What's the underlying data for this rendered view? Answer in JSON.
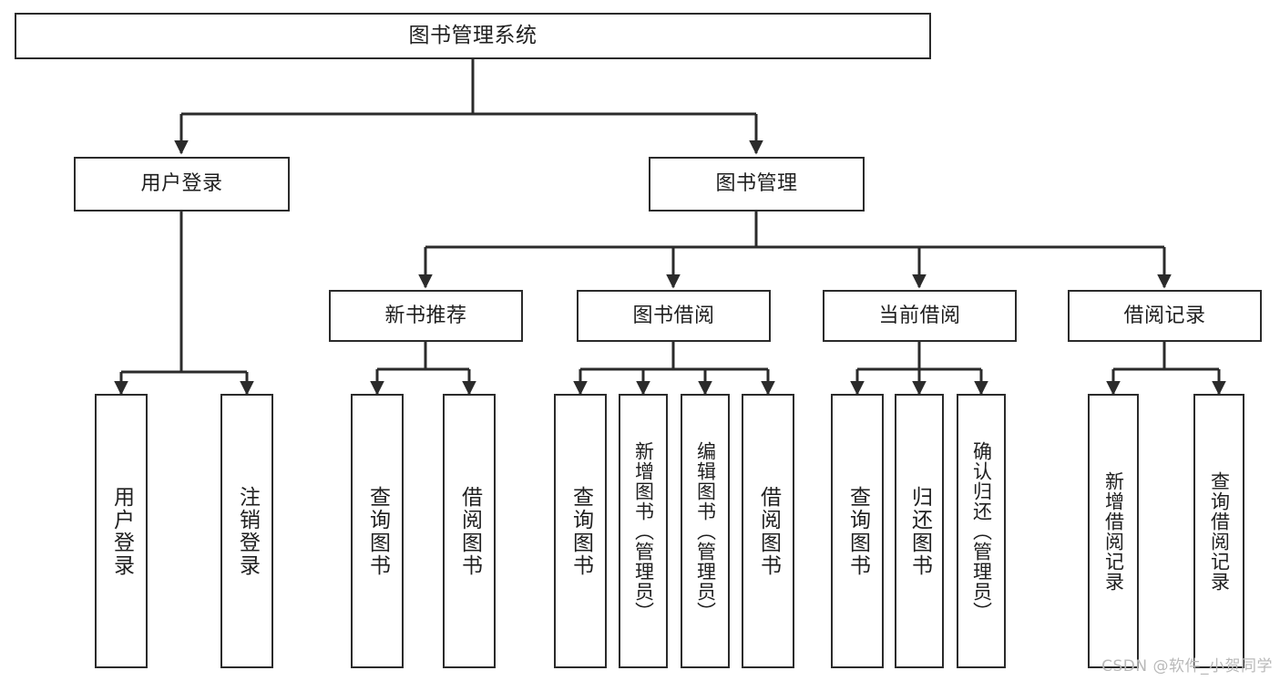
{
  "diagram": {
    "title": "图书管理系统",
    "type": "tree",
    "colors": {
      "background": "#ffffff",
      "node_fill": "#ffffff",
      "node_border": "#2b2b2b",
      "edge": "#2b2b2b",
      "text": "#1f1f1f",
      "watermark": "#b9b9b9"
    },
    "root": {
      "label": "图书管理系统"
    },
    "level2": [
      {
        "label": "用户登录"
      },
      {
        "label": "图书管理"
      }
    ],
    "level3": [
      {
        "label": "新书推荐"
      },
      {
        "label": "图书借阅"
      },
      {
        "label": "当前借阅"
      },
      {
        "label": "借阅记录"
      }
    ],
    "leaves": {
      "user_login": [
        {
          "label": "用户登录"
        },
        {
          "label": "注销登录"
        }
      ],
      "new_book_recommend": [
        {
          "label": "查询图书"
        },
        {
          "label": "借阅图书"
        }
      ],
      "book_borrow": [
        {
          "label": "查询图书"
        },
        {
          "label": "新增图书（管理员）"
        },
        {
          "label": "编辑图书（管理员）"
        },
        {
          "label": "借阅图书"
        }
      ],
      "current_borrow": [
        {
          "label": "查询图书"
        },
        {
          "label": "归还图书"
        },
        {
          "label": "确认归还（管理员）"
        }
      ],
      "borrow_record": [
        {
          "label": "新增借阅记录"
        },
        {
          "label": "查询借阅记录"
        }
      ]
    },
    "watermark": "CSDN @软件_小贺同学"
  }
}
